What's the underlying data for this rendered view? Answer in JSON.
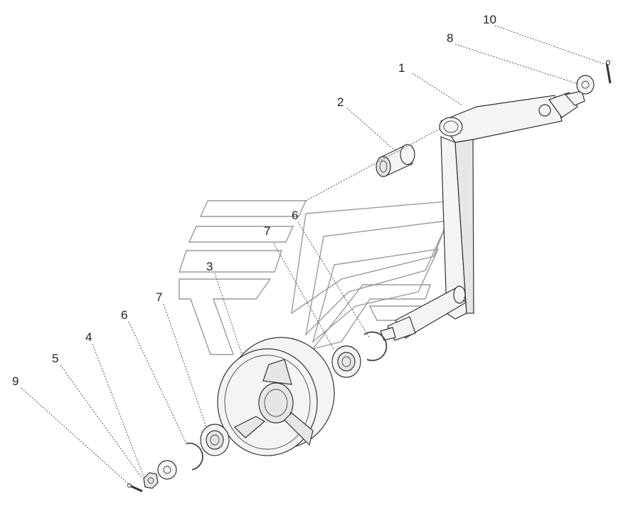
{
  "callouts": [
    {
      "id": "c1",
      "text": "1"
    },
    {
      "id": "c2",
      "text": "2"
    },
    {
      "id": "c3",
      "text": "3"
    },
    {
      "id": "c4",
      "text": "4"
    },
    {
      "id": "c5",
      "text": "5"
    },
    {
      "id": "c6a",
      "text": "6"
    },
    {
      "id": "c6b",
      "text": "6"
    },
    {
      "id": "c7a",
      "text": "7"
    },
    {
      "id": "c7b",
      "text": "7"
    },
    {
      "id": "c8",
      "text": "8"
    },
    {
      "id": "c9",
      "text": "9"
    },
    {
      "id": "c10",
      "text": "10"
    }
  ]
}
